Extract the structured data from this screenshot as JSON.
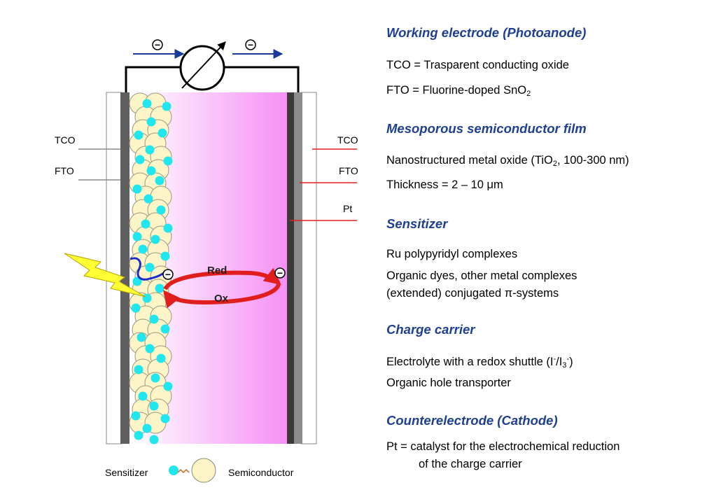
{
  "diagram": {
    "left_labels": [
      "TCO",
      "FTO"
    ],
    "right_labels": [
      "TCO",
      "FTO",
      "Pt"
    ],
    "electron_symbol": "−",
    "redox": {
      "red": "Red",
      "ox": "Ox"
    },
    "legend": {
      "sensitizer": "Sensitizer",
      "semiconductor": "Semiconductor"
    },
    "colors": {
      "electrolyte": "#f58ff5",
      "sensitizer": "#22e6ee",
      "semiconductor": "#fdf5c8",
      "electrode": "#5f5f5f",
      "circuit_arrow": "#1a3a9a",
      "redox_arrow": "#e11e1e",
      "lightning": "#ffff33"
    }
  },
  "sections": [
    {
      "heading": "Working electrode (Photoanode)",
      "lines": [
        {
          "parts": [
            "TCO = Trasparent conducting oxide"
          ]
        },
        {
          "parts": [
            "FTO = Fluorine-doped SnO",
            {
              "sub": "2"
            }
          ]
        }
      ]
    },
    {
      "heading": "Mesoporous semiconductor film",
      "lines": [
        {
          "parts": [
            "Nanostructured metal oxide (TiO",
            {
              "sub": "2"
            },
            ", 100-300 nm)"
          ]
        },
        {
          "parts": [
            "Thickness = 2 – 10 μm"
          ]
        }
      ]
    },
    {
      "heading": "Sensitizer",
      "lines": [
        {
          "parts": [
            "Ru polypyridyl complexes"
          ]
        },
        {
          "parts": [
            "Organic dyes, other metal complexes"
          ]
        },
        {
          "parts": [
            "(extended) conjugated π-systems"
          ]
        }
      ]
    },
    {
      "heading": "Charge carrier",
      "lines": [
        {
          "parts": [
            "Electrolyte with a redox shuttle (I",
            {
              "sup": "-"
            },
            "/I",
            {
              "sub": "3"
            },
            {
              "sup": "-"
            },
            ")"
          ]
        },
        {
          "parts": [
            "Organic hole transporter"
          ]
        }
      ]
    },
    {
      "heading": "Counterelectrode (Cathode)",
      "lines": [
        {
          "parts": [
            "Pt = catalyst for the electrochemical reduction"
          ]
        },
        {
          "parts": [
            "of the charge carrier"
          ]
        }
      ]
    }
  ]
}
